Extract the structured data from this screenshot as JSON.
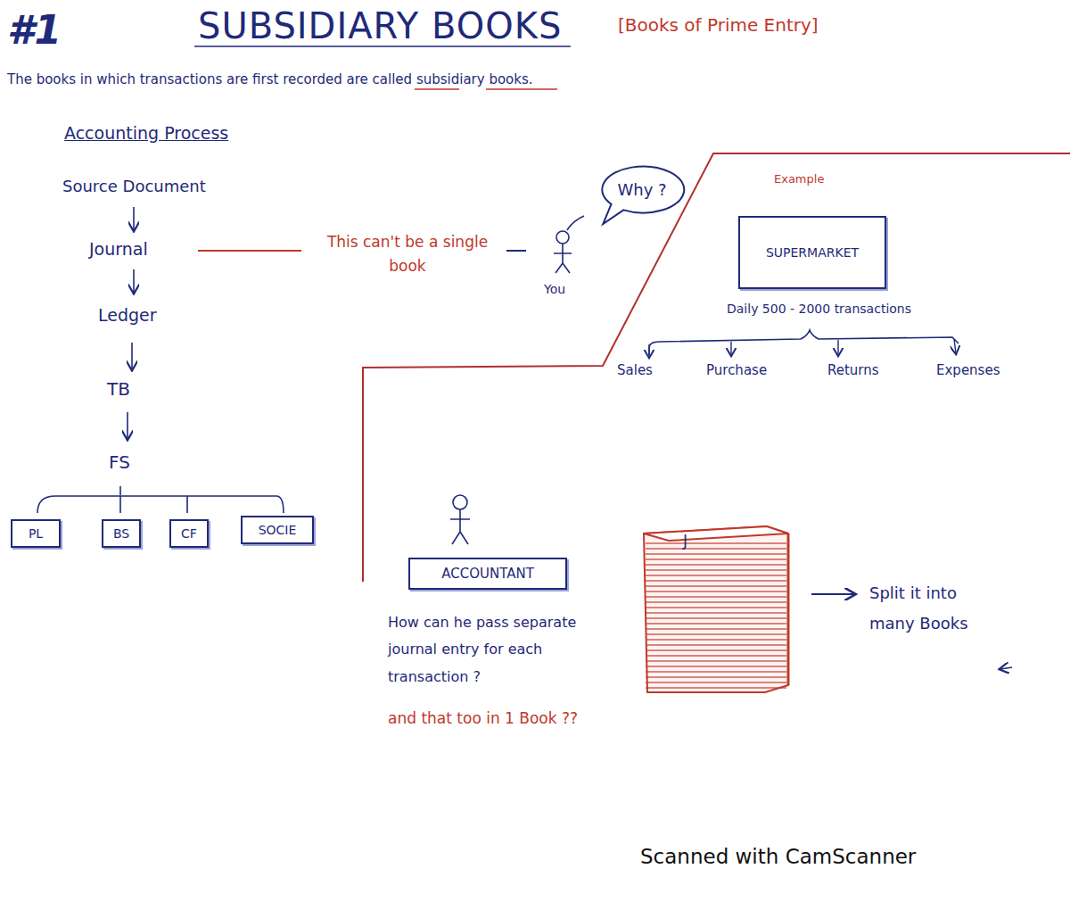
{
  "diagram": {
    "title": "SUBSIDIARY BOOKS",
    "nodes": [
      {
        "text": [
          "Why ?"
        ]
      },
      {
        "text": [
          "SUPERMARKET"
        ]
      },
      {
        "text": [
          "PL"
        ]
      },
      {
        "text": [
          "BS"
        ]
      },
      {
        "text": [
          "CF"
        ]
      },
      {
        "text": [
          "SOCIE"
        ]
      },
      {
        "text": [
          "ACCOUNTANT"
        ]
      }
    ],
    "labels": [
      "#1",
      "[Books of Prime Entry]",
      "The books in which transactions are first recorded are called subsidiary books.",
      "Accounting Process",
      "Source Document",
      "Journal",
      "Ledger",
      "TB",
      "FS",
      "This can't be a single book",
      "You",
      "Example",
      "Daily 500 - 2000 transactions",
      "Sales",
      "Purchase",
      "Returns",
      "Expenses",
      "How can he pass separate journal entry for each transaction ?",
      "and that too in 1 Book ??",
      "J",
      "Split it into many Books",
      "Scanned with CamScanner"
    ]
  }
}
